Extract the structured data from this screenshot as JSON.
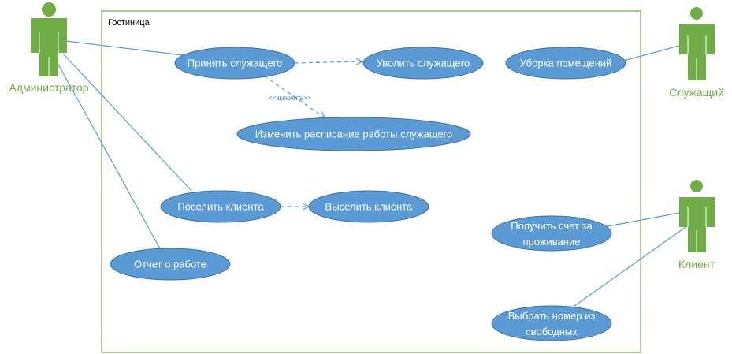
{
  "system": {
    "label": "Гостиница"
  },
  "actors": {
    "admin": "Администратор",
    "employee": "Служащий",
    "client": "Клиент"
  },
  "use_cases": {
    "hire": "Принять служащего",
    "fire": "Уволить служащего",
    "cleaning": "Уборка помещений",
    "schedule": "Изменить расписание работы служащего",
    "checkin": "Поселить клиента",
    "checkout": "Выселить клиента",
    "bill_line1": "Получить счет за",
    "bill_line2": "проживание",
    "report": "Отчет о работе",
    "room_line1": "Выбрать номер из",
    "room_line2": "свободных"
  },
  "relations": {
    "include_label": "<<включить>>"
  },
  "colors": {
    "use_case_fill": "#5b9bd5",
    "actor": "#70ad47",
    "system_border": "#70ad47",
    "line": "#5b9bd5"
  }
}
